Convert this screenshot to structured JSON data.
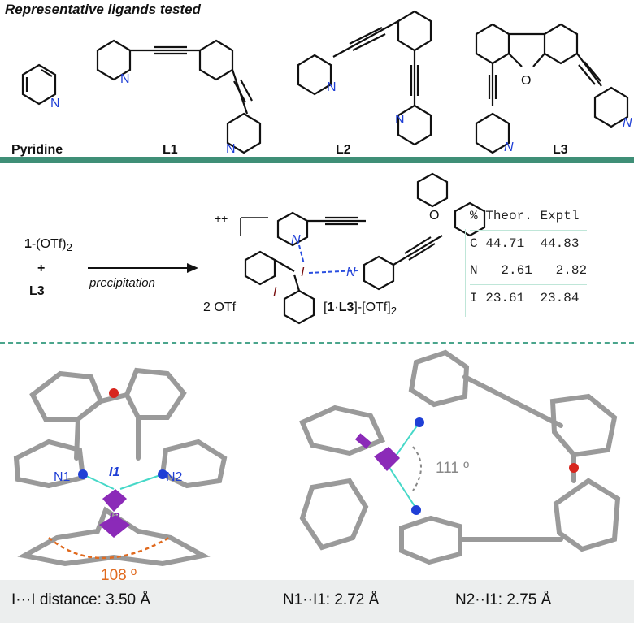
{
  "header": {
    "title": "Representative ligands tested"
  },
  "ligands": [
    {
      "label": "Pyridine"
    },
    {
      "label": "L1"
    },
    {
      "label": "L2"
    },
    {
      "label": "L3"
    }
  ],
  "atom_labels": {
    "n": "N",
    "o": "O",
    "i": "I"
  },
  "reaction": {
    "reactant_prefix": "1",
    "reactant_suffix": "-(OTf)",
    "reactant_sub": "2",
    "plus": "+",
    "reagent": "L3",
    "condition": "precipitation",
    "charge": "++",
    "counterion": "2 OTf",
    "product_lbracket": "[",
    "product_1": "1",
    "product_dot": "·",
    "product_L3": "L3",
    "product_rest": "]-[OTf]",
    "product_sub": "2"
  },
  "elemental_analysis": {
    "headers": [
      "%",
      "Theor.",
      "Exptl"
    ],
    "rows": [
      {
        "element": "C",
        "theor": "44.71",
        "exptl": "44.83"
      },
      {
        "element": "N",
        "theor": "2.61",
        "exptl": "2.82"
      },
      {
        "element": "I",
        "theor": "23.61",
        "exptl": "23.84"
      }
    ]
  },
  "crystal": {
    "left": {
      "n1": "N1",
      "n2": "N2",
      "i1": "I1",
      "i2": "I2",
      "angle": "108 º"
    },
    "right": {
      "angle": "111 º"
    }
  },
  "measurements": {
    "ii": "I···I distance: 3.50 Å",
    "n1": "N1··I1: 2.72 Å",
    "n2": "N2··I1: 2.75 Å"
  },
  "colors": {
    "teal": "#3f8f77",
    "nitrogen": "#1f3fd6",
    "iodine": "#8b2ab8",
    "oxygen": "#d7261e",
    "angle_orange": "#e06a1f",
    "bond_cyan": "#46d8c8"
  }
}
